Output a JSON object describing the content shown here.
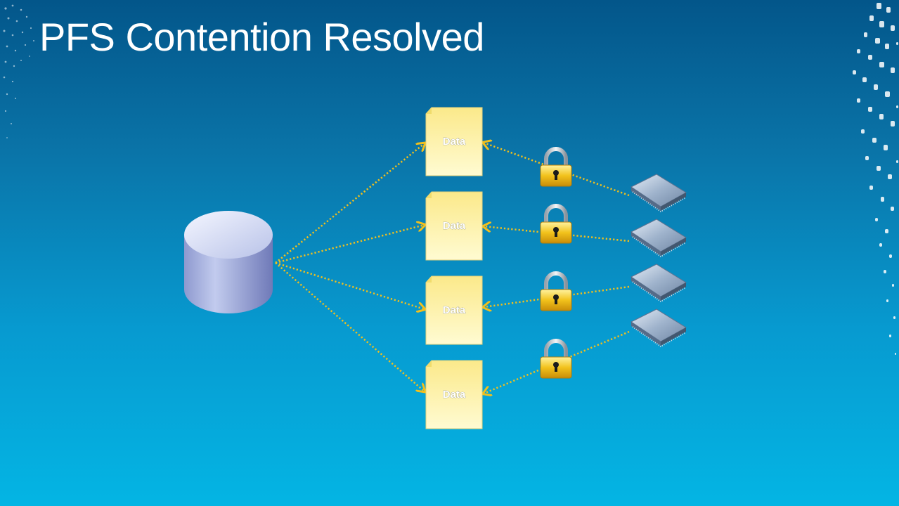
{
  "title": "PFS Contention Resolved",
  "documents": [
    {
      "label": "Data"
    },
    {
      "label": "Data"
    },
    {
      "label": "Data"
    },
    {
      "label": "Data"
    }
  ],
  "icons": {
    "source": "database-cylinder-icon",
    "lock": "padlock-icon",
    "processor": "cpu-chip-icon"
  },
  "colors": {
    "background_top": "#03568a",
    "background_bottom": "#04b5e4",
    "connector": "#f2c01c",
    "document": "#fdf3a6",
    "title": "#ffffff"
  }
}
